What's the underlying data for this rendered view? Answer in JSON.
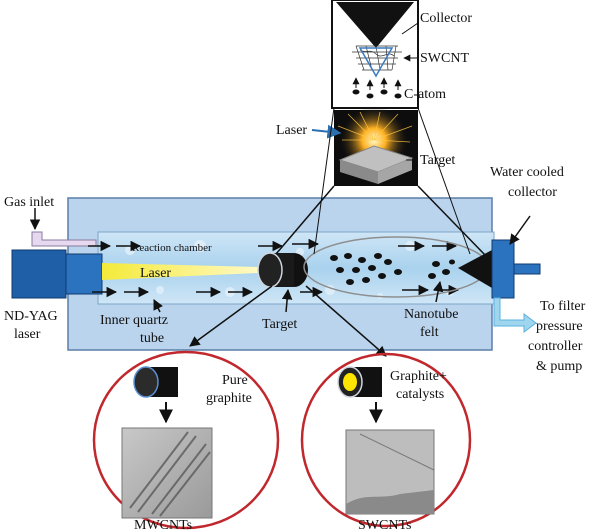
{
  "labels": {
    "collector": "Collector",
    "swcnt": "SWCNT",
    "c_atom": "C-atom",
    "laser_top": "Laser",
    "target_top": "Target",
    "water_cooled_1": "Water cooled",
    "water_cooled_2": "collector",
    "gas_inlet": "Gas inlet",
    "reaction_chamber": "Reaction chamber",
    "laser_beam": "Laser",
    "nd_yag_1": "ND-YAG",
    "nd_yag_2": "laser",
    "inner_quartz_1": "Inner quartz",
    "inner_quartz_2": "tube",
    "target_bottom": "Target",
    "nanotube_1": "Nanotube",
    "nanotube_2": "felt",
    "to_filter_1": "To filter",
    "to_filter_2": "pressure",
    "to_filter_3": "controller",
    "to_filter_4": "& pump",
    "pure_1": "Pure",
    "pure_2": "graphite",
    "graphite_cat_1": "Graphite+",
    "graphite_cat_2": "catalysts",
    "mwcnts": "MWCNTs",
    "swcnts": "SWCNTs"
  },
  "colors": {
    "chamber_fill": "#b9d4ec",
    "chamber_stroke": "#5a7fa8",
    "laser_source": "#1f5fa8",
    "laser_beam": "#f4ea3a",
    "circle_stroke": "#c0282d",
    "arrow_blue": "#5ab0e0"
  }
}
